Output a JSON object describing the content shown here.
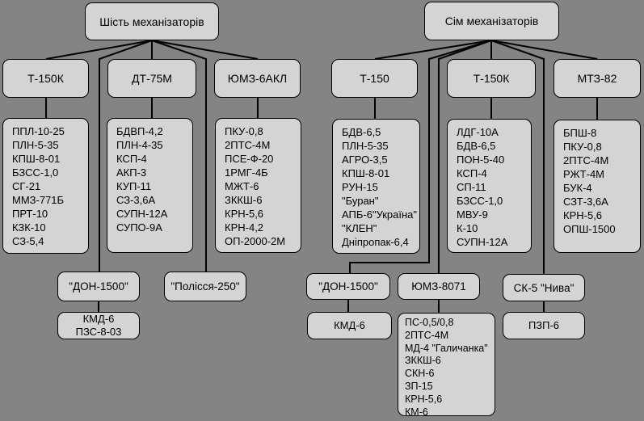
{
  "colors": {
    "background": "#848484",
    "box_fill": "#d4d4d4",
    "box_border": "#000000",
    "connector_line": "#000000"
  },
  "left_group": {
    "root": "Шість механізаторів",
    "tractors": [
      {
        "label": "Т-150К",
        "implements": [
          "ППЛ-10-25",
          "ПЛН-5-35",
          "КПШ-8-01",
          "БЗСС-1,0",
          "СГ-21",
          "ММЗ-771Б",
          "ПРТ-10",
          "КЗК-10",
          "СЗ-5,4"
        ]
      },
      {
        "label": "ДТ-75М",
        "implements": [
          "БДВП-4,2",
          "ПЛН-4-35",
          "КСП-4",
          "АКП-3",
          "КУП-11",
          "СЗ-3,6А",
          "СУПН-12А",
          "СУПО-9А"
        ]
      },
      {
        "label": "ЮМЗ-6АКЛ",
        "implements": [
          "ПКУ-0,8",
          "2ПТС-4М",
          "ПСЕ-Ф-20",
          "1РМГ-4Б",
          "МЖТ-6",
          "ЗККШ-6",
          "КРН-5,6",
          "КРН-4,2",
          "ОП-2000-2М"
        ]
      }
    ],
    "combines": [
      {
        "label": "\"ДОН-1500\"",
        "implements": [
          "КМД-6",
          "ПЗС-8-03"
        ]
      },
      {
        "label": "\"Полісся-250\"",
        "implements": []
      }
    ]
  },
  "right_group": {
    "root": "Сім механізаторів",
    "tractors": [
      {
        "label": "Т-150",
        "implements": [
          "БДВ-6,5",
          "ПЛН-5-35",
          "АГРО-3,5",
          "КПШ-8-01",
          "РУН-15 \"Буран\"",
          "АПБ-6\"Україна\"",
          "\"КЛЕН\"",
          "Дніпропак-6,4"
        ]
      },
      {
        "label": "Т-150К",
        "implements": [
          "ЛДГ-10А",
          "БДВ-6,5",
          "ПОН-5-40",
          "КСП-4",
          "СП-11",
          "БЗСС-1,0",
          "МВУ-9",
          "К-10",
          "СУПН-12А"
        ]
      },
      {
        "label": "МТЗ-82",
        "implements": [
          "БПШ-8",
          "ПКУ-0,8",
          "2ПТС-4М",
          "РЖТ-4М",
          "БУК-4",
          "СЗТ-3,6А",
          "КРН-5,6",
          "ОПШ-1500"
        ]
      }
    ],
    "combines": [
      {
        "label": "\"ДОН-1500\"",
        "implements": [
          "КМД-6"
        ]
      },
      {
        "label": "ЮМЗ-8071",
        "implements": [
          "ПС-0,5/0,8",
          "2ПТС-4М",
          "МД-4 \"Галичанка\"",
          "ЗККШ-6",
          "СКН-6",
          "ЗП-15",
          "КРН-5,6",
          "КМ-6"
        ]
      },
      {
        "label": "СК-5 \"Нива\"",
        "implements": [
          "ПЗП-6"
        ]
      }
    ]
  }
}
